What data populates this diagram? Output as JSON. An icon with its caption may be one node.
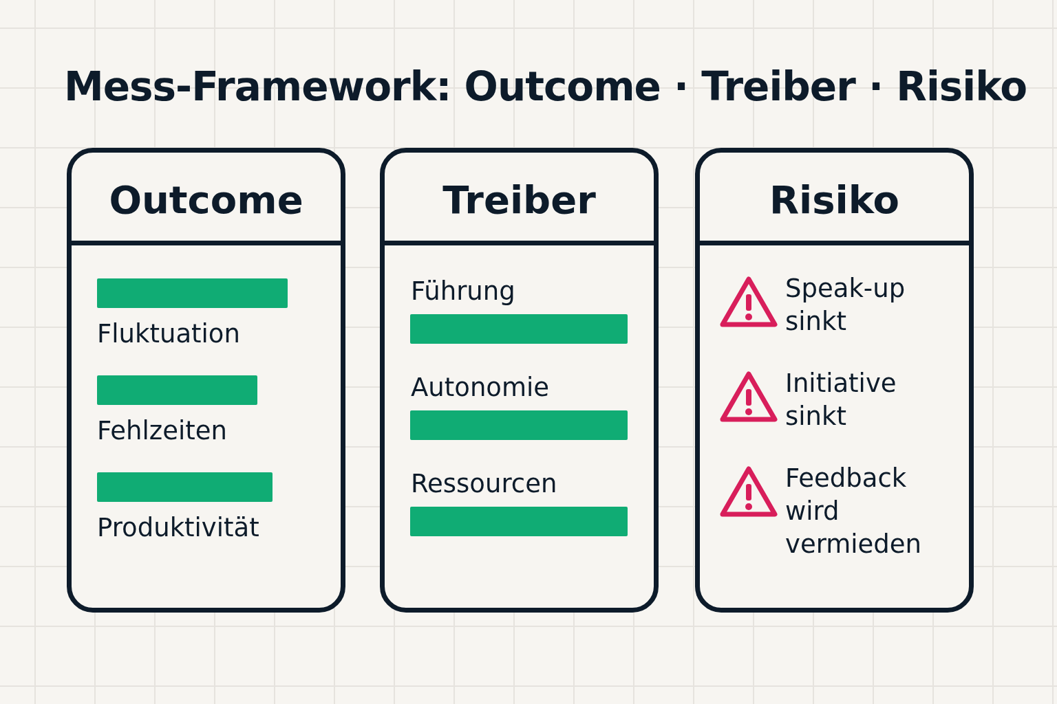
{
  "diagram": {
    "title": "Mess-Framework: Outcome · Treiber · Risiko",
    "nodes": [
      {
        "text": [
          "Outcome"
        ]
      },
      {
        "text": [],
        "shape": "bar",
        "in": 0,
        "beside": [
          "Fluktuation"
        ]
      },
      {
        "text": [],
        "shape": "bar",
        "in": 0,
        "beside": [
          "Fehlzeiten"
        ]
      },
      {
        "text": [],
        "shape": "bar",
        "in": 0,
        "beside": [
          "Produktivität"
        ]
      },
      {
        "text": [
          "Treiber"
        ]
      },
      {
        "text": [],
        "shape": "bar",
        "in": 4,
        "beside": [
          "Führung"
        ]
      },
      {
        "text": [],
        "shape": "bar",
        "in": 4,
        "beside": [
          "Autonomie"
        ]
      },
      {
        "text": [],
        "shape": "bar",
        "in": 4,
        "beside": [
          "Ressourcen"
        ]
      },
      {
        "text": [
          "Risiko"
        ]
      },
      {
        "text": [],
        "shape": "triangle",
        "in": 8,
        "beside": [
          "Speak-up sinkt"
        ]
      },
      {
        "text": [],
        "shape": "triangle",
        "in": 8,
        "beside": [
          "Initiative sinkt"
        ]
      },
      {
        "text": [],
        "shape": "triangle",
        "in": 8,
        "beside": [
          "Feedback wird vermieden"
        ]
      }
    ]
  }
}
